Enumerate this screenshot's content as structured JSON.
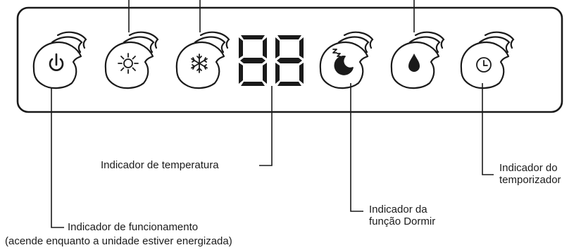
{
  "panel": {
    "display_digits": "88",
    "indicators": [
      {
        "id": "power",
        "icon": "power-icon"
      },
      {
        "id": "heat",
        "icon": "sun-icon"
      },
      {
        "id": "cool",
        "icon": "snowflake-icon"
      },
      {
        "id": "sleep",
        "icon": "moon-sleep-icon"
      },
      {
        "id": "dry",
        "icon": "water-drop-icon"
      },
      {
        "id": "timer",
        "icon": "clock-icon"
      }
    ]
  },
  "labels": {
    "temperature": "Indicador de temperatura",
    "timer_line1": "Indicador do",
    "timer_line2": "temporizador",
    "sleep_line1": "Indicador da",
    "sleep_line2": "função Dormir",
    "power_line1": "Indicador de funcionamento",
    "power_line2": "(acende enquanto a unidade estiver energizada)"
  }
}
